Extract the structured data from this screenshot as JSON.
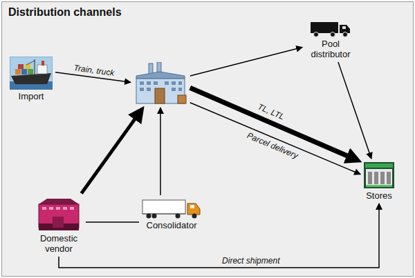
{
  "diagram": {
    "title": "Distribution channels",
    "nodes": [
      {
        "text": [
          "Import"
        ]
      },
      {
        "text": []
      },
      {
        "text": [
          "Pool distributor"
        ]
      },
      {
        "text": [
          "Stores"
        ]
      },
      {
        "text": [
          "Consolidator"
        ]
      },
      {
        "text": [
          "Domestic vendor"
        ]
      }
    ],
    "edges": [
      {
        "from": 0,
        "to": 1,
        "arrow": "to",
        "label": "Train, truck"
      },
      {
        "from": 1,
        "to": 2,
        "arrow": "to"
      },
      {
        "from": 2,
        "to": 3,
        "arrow": "to"
      },
      {
        "from": 1,
        "to": 3,
        "arrow": "to",
        "label": "TL, LTL"
      },
      {
        "from": 1,
        "to": 3,
        "arrow": "to",
        "label": "Parcel delivery"
      },
      {
        "from": 5,
        "to": 1,
        "arrow": "to"
      },
      {
        "from": 4,
        "to": 1,
        "arrow": "to"
      },
      {
        "from": 5,
        "to": 4,
        "arrow": "none"
      },
      {
        "from": 5,
        "to": 3,
        "arrow": "to",
        "label": "Direct shipment"
      }
    ]
  }
}
